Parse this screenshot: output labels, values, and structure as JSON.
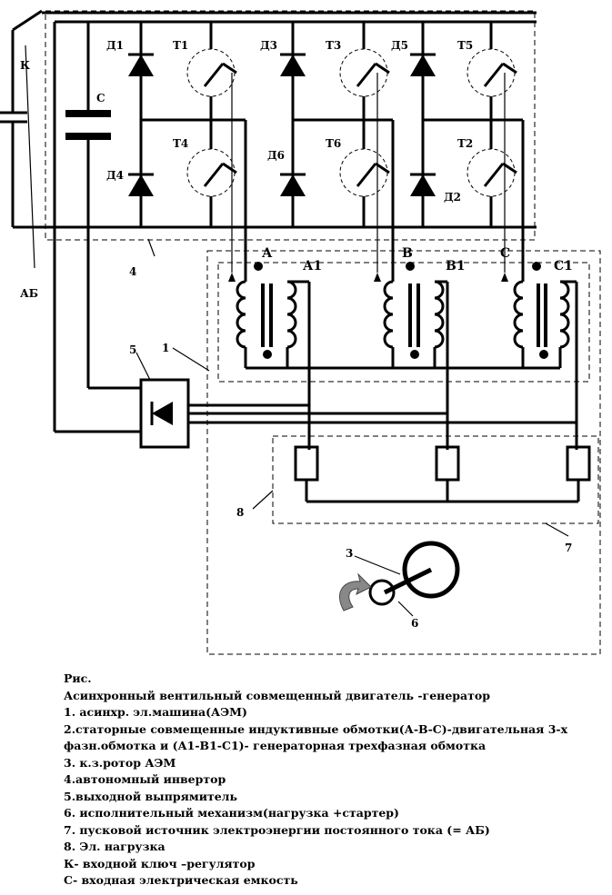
{
  "diagram": {
    "labels": {
      "key": "К",
      "capacitor": "С",
      "battery": "АБ",
      "d1": "Д1",
      "d2": "Д2",
      "d3": "Д3",
      "d4": "Д4",
      "d5": "Д5",
      "d6": "Д6",
      "t1": "Т1",
      "t2": "Т2",
      "t3": "Т3",
      "t4": "Т4",
      "t5": "Т5",
      "t6": "Т6",
      "phase_a": "А",
      "phase_a1": "А1",
      "phase_b": "В",
      "phase_b1": "В1",
      "phase_c": "С",
      "phase_c1": "С1",
      "n1": "1",
      "n3": "3",
      "n4": "4",
      "n5": "5",
      "n6": "6",
      "n7": "7",
      "n8": "8"
    }
  },
  "legend": {
    "title": "Рис.",
    "subtitle": "Асинхронный вентильный совмещенный двигатель -генератор",
    "lines": [
      "1.  асинхр. эл.машина(АЭМ)",
      "2.статорные совмещенные индуктивные обмотки(А-В-С)-двигательная  3-х",
      "фазн.обмотка  и (А1-В1-С1)- генераторная трехфазная обмотка",
      "3. к.з.ротор АЭМ",
      "4.автономный инвертор",
      "5.выходной выпрямитель",
      "6. исполнительный механизм(нагрузка +стартер)",
      "7. пусковой источник электроэнергии постоянного тока (= АБ)",
      "8. Эл. нагрузка",
      "К- входной ключ –регулятор",
      "С- входная электрическая  емкость"
    ]
  }
}
